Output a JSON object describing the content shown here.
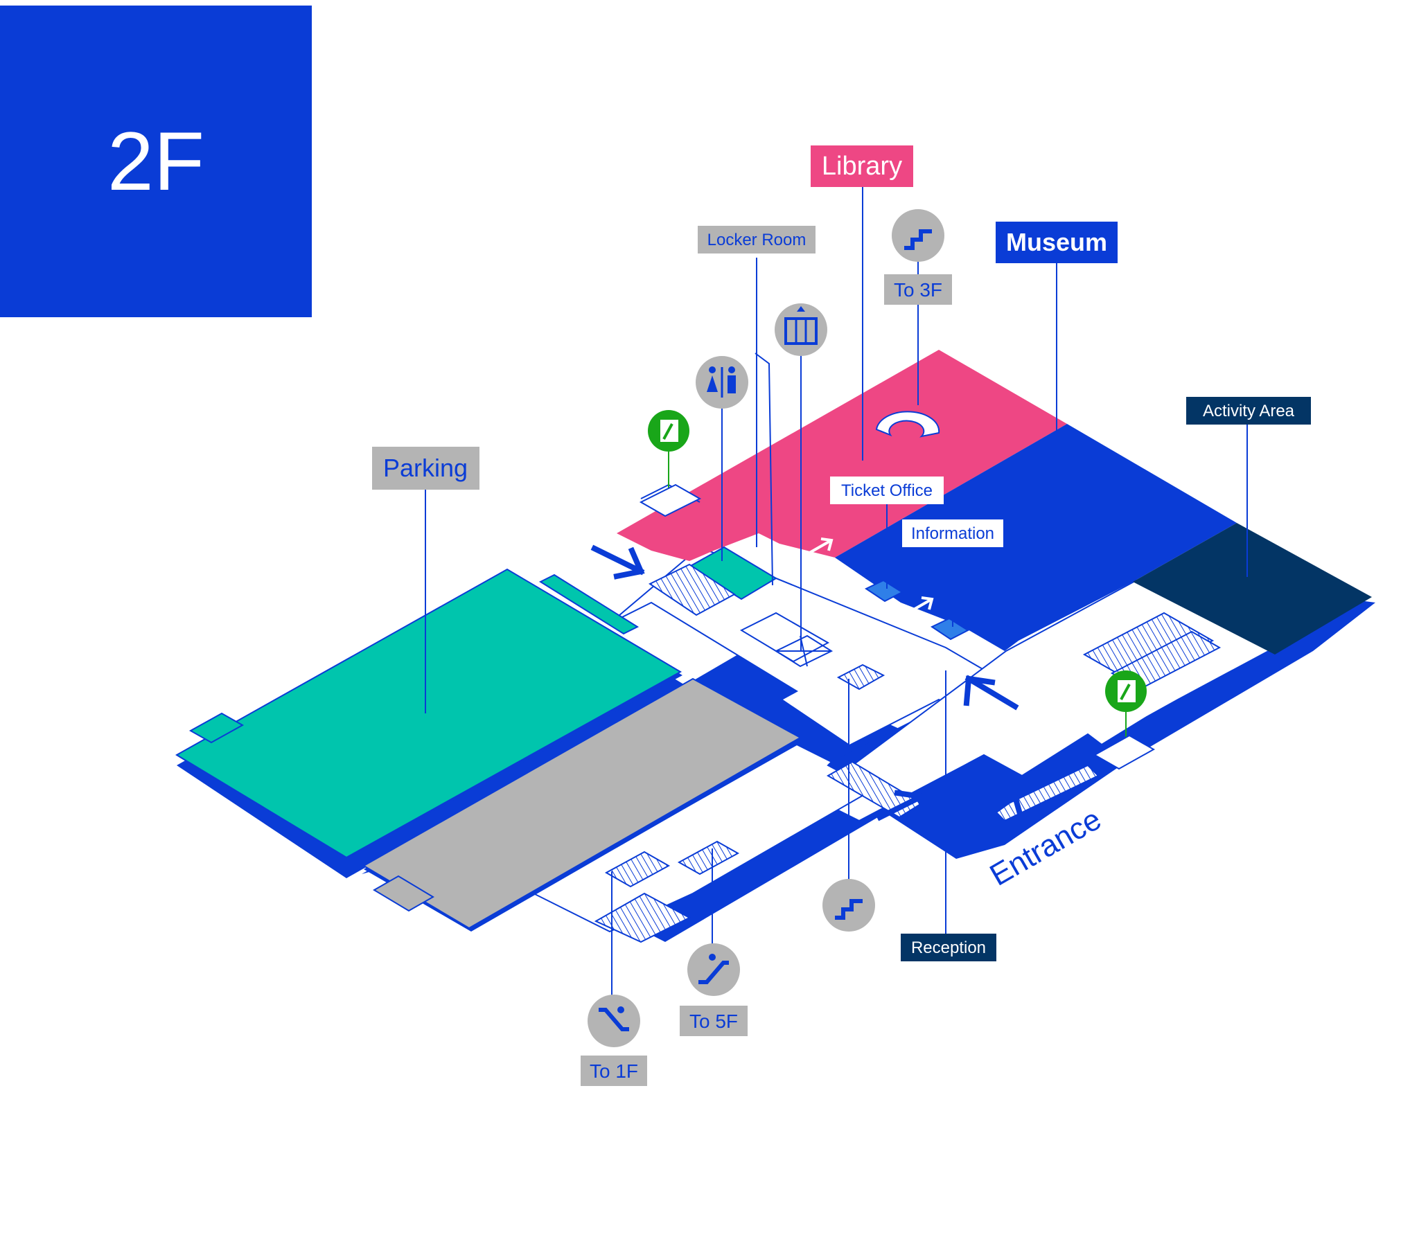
{
  "floor": "2F",
  "colors": {
    "brand_blue": "#0a3cd6",
    "library_pink": "#ee4784",
    "parking_teal": "#00c5ad",
    "gray": "#b4b4b4",
    "navy": "#033565",
    "exit_green": "#19a619",
    "white": "#ffffff"
  },
  "labels": {
    "library": "Library",
    "museum": "Museum",
    "locker_room": "Locker Room",
    "to_3f": "To 3F",
    "activity_area": "Activity Area",
    "parking": "Parking",
    "ticket_office": "Ticket Office",
    "information": "Information",
    "reception": "Reception",
    "entrance": "Entrance",
    "to_1f": "To 1F",
    "to_5f": "To 5F"
  },
  "icons": {
    "stairs": "stairs-icon",
    "elevator": "elevator-icon",
    "restroom": "restroom-icon",
    "emergency_exit": "emergency-exit-icon",
    "escalator_down": "escalator-down-icon",
    "escalator_up": "escalator-up-icon"
  }
}
